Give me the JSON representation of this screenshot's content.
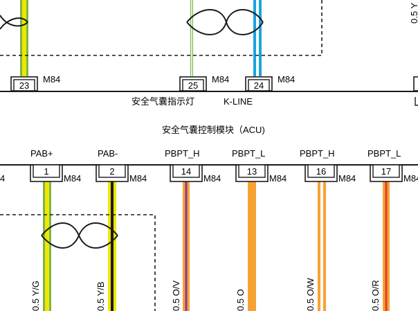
{
  "colors": {
    "line": "#1a1a1a",
    "yellow": "#f2e600",
    "green": "#7ab648",
    "blue": "#1aa3e0",
    "orange": "#f7a234",
    "violet": "#8a3a9a",
    "red": "#e0402a",
    "white": "#ffffff",
    "black": "#1a1a1a"
  },
  "top_connector": "M84",
  "top_pins": [
    {
      "pin": "23"
    },
    {
      "pin": "25"
    },
    {
      "pin": "24"
    }
  ],
  "top_captions": [
    "安全气囊指示灯",
    "K-LINE"
  ],
  "module_title": "安全气囊控制模块（ACU)",
  "left_edge_fragment": "4",
  "right_top_fragment": "0.5 Y",
  "bottom_connector": "M84",
  "bottom_pins": [
    {
      "signal": "PAB+",
      "pin": "1",
      "wire": "0.5 Y/G"
    },
    {
      "signal": "PAB-",
      "pin": "2",
      "wire": "0.5 Y/B"
    },
    {
      "signal": "PBPT_H",
      "pin": "14",
      "wire": "0.5 O/V"
    },
    {
      "signal": "PBPT_L",
      "pin": "13",
      "wire": "0.5 O"
    },
    {
      "signal": "PBPT_H",
      "pin": "16",
      "wire": "0.5 O/W"
    },
    {
      "signal": "PBPT_L",
      "pin": "17",
      "wire": "0.5 O/R"
    }
  ]
}
